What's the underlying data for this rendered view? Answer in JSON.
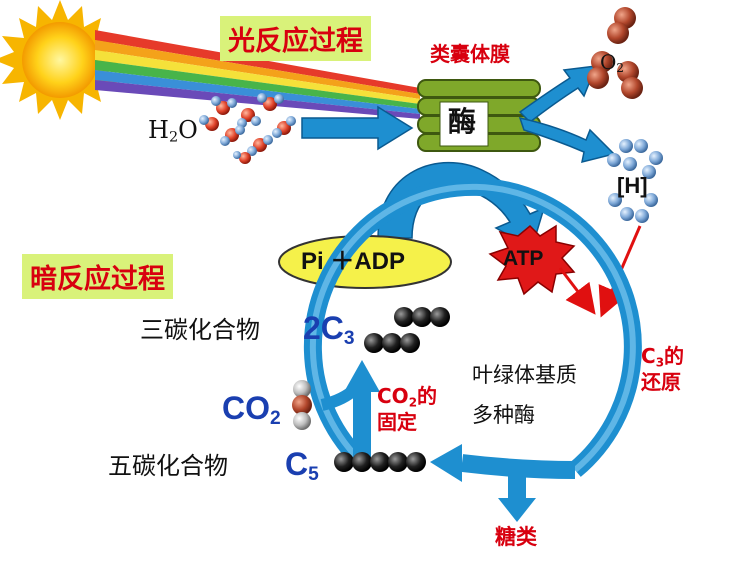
{
  "titles": {
    "light": "光反应过程",
    "dark": "暗反应过程"
  },
  "thylakoid": {
    "label": "类囊体膜",
    "enzyme": "酶"
  },
  "water": {
    "main": "H",
    "sub": "2",
    "tail": "O"
  },
  "oxygen": {
    "main": "O",
    "sub": "2"
  },
  "hydrogen": "[H]",
  "pi_adp": "Pi ＋ADP",
  "atp": "ATP",
  "three_carbon": {
    "label": "三碳化合物",
    "main": "2C",
    "sub": "3"
  },
  "co2": {
    "main": "CO",
    "sub": "2"
  },
  "five_carbon": {
    "label": "五碳化合物",
    "main": "C",
    "sub": "5"
  },
  "fixation": {
    "line1_main": "CO",
    "line1_sub": "2",
    "line1_tail": "的",
    "line2": "固定"
  },
  "stroma": {
    "line1": "叶绿体基质",
    "line2": "多种酶"
  },
  "reduction": {
    "line1_main": "C",
    "line1_sub": "3",
    "line1_tail": "的",
    "line2": "还原"
  },
  "sugar": "糖类",
  "colors": {
    "title_bg": "#d9f27a",
    "red": "#d8000f",
    "blue": "#1a3fb0",
    "arrow": "#1e8fd0",
    "membrane": "#6a8a20"
  }
}
